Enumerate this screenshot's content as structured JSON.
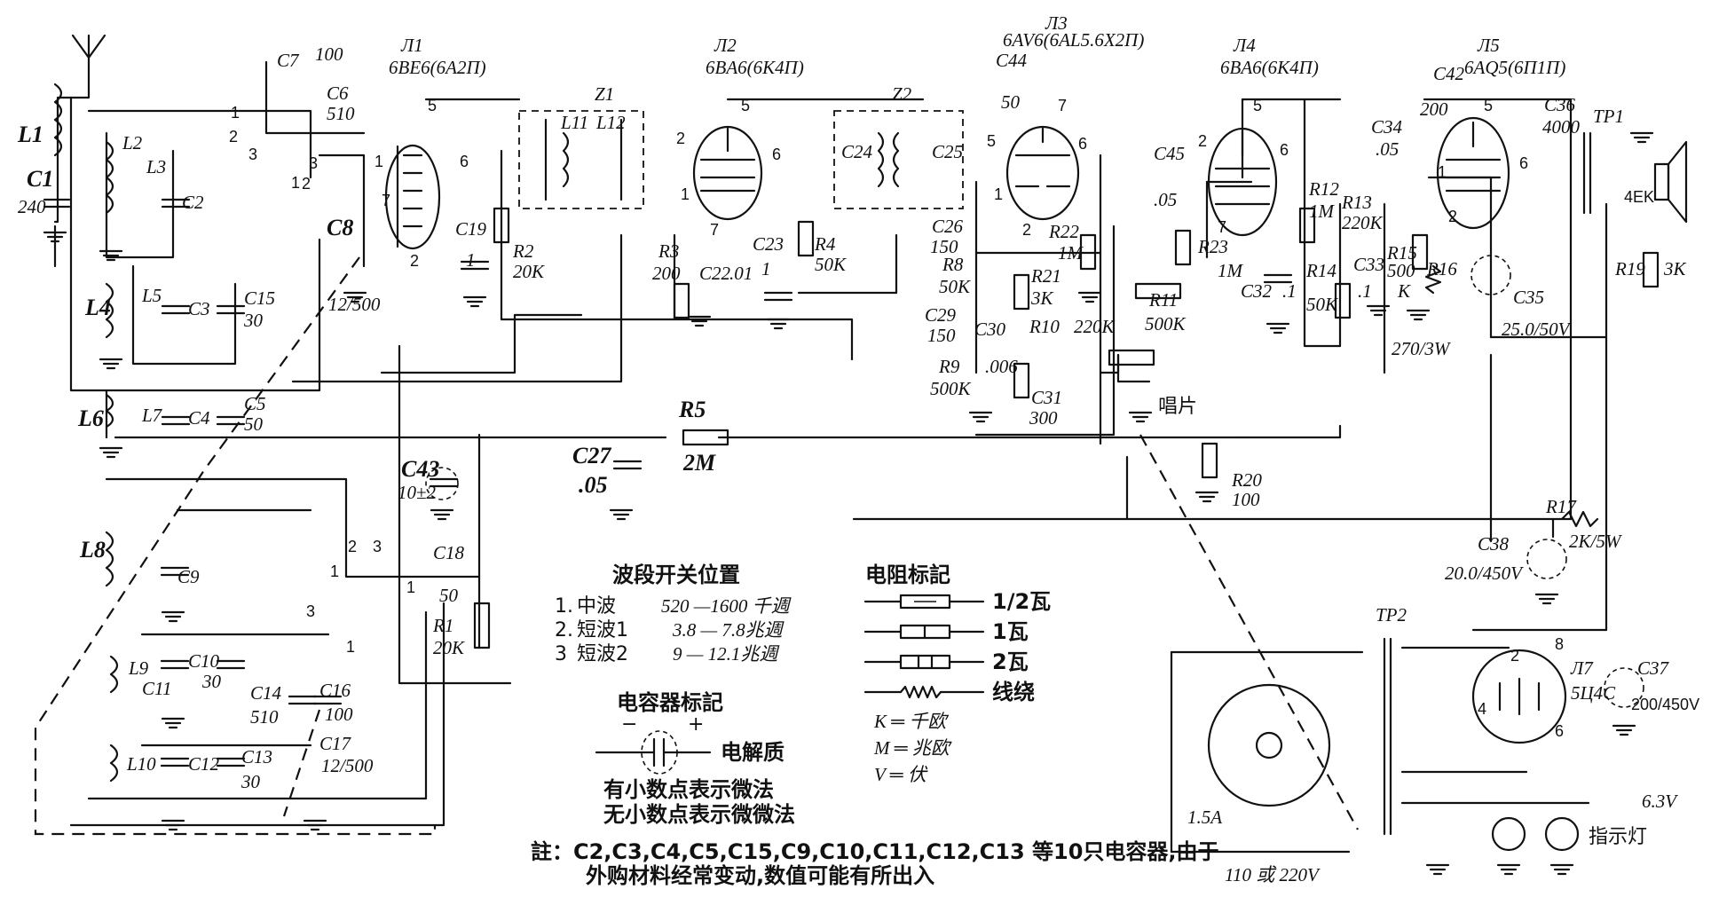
{
  "tubes": [
    {
      "id": "L1",
      "label": "Л1",
      "type": "6BE6(6A2П)",
      "pins": [
        "5",
        "6",
        "1",
        "7",
        "2"
      ]
    },
    {
      "id": "L2",
      "label": "Л2",
      "type": "6BA6(6K4П)",
      "pins": [
        "5",
        "6",
        "2",
        "1",
        "7"
      ]
    },
    {
      "id": "L3",
      "label": "Л3",
      "type": "6AV6(6AL5.6X2П)",
      "pins": [
        "7",
        "5",
        "6",
        "1",
        "2"
      ]
    },
    {
      "id": "L4",
      "label": "Л4",
      "type": "6BA6(6K4П)",
      "pins": [
        "5",
        "6",
        "2",
        "7"
      ]
    },
    {
      "id": "L5",
      "label": "Л5",
      "type": "6AQ5(6П1П)",
      "pins": [
        "5",
        "1",
        "6",
        "2"
      ]
    },
    {
      "id": "L7",
      "label": "Л7",
      "type": "5Ц4С",
      "pins": [
        "2",
        "8",
        "4",
        "6"
      ]
    }
  ],
  "filters": [
    {
      "label": "Z1",
      "coils": [
        "L11",
        "L12"
      ]
    },
    {
      "label": "Z2",
      "coils": [
        "C24",
        "C25"
      ]
    }
  ],
  "components": {
    "L1": "L1",
    "C1": "C1",
    "C1v": "240",
    "L2": "L2",
    "L3": "L3",
    "C2": "C2",
    "L4": "L4",
    "L5": "L5",
    "C3": "C3",
    "C15": "C15",
    "C15v": "30",
    "L6": "L6",
    "L7": "L7",
    "C4": "C4",
    "C5": "C5",
    "C5v": "50",
    "C7": "C7",
    "C7v": "100",
    "C6": "C6",
    "C6v": "510",
    "C8": "C8",
    "C8v": "12/500",
    "C19": "C19",
    "C19v": "1",
    "R2": "R2",
    "R2v": "20K",
    "R3": "R3",
    "R3v": "200",
    "C22": "C22",
    "C22v": ".01",
    "C23": "C23",
    "C23v": "1",
    "R4": "R4",
    "R4v": "50K",
    "C44": "C44",
    "C44v": "50",
    "C26": "C26",
    "C26v": "150",
    "R8": "R8",
    "R8v": "50K",
    "C29": "C29",
    "C29v": "150",
    "C30": "C30",
    "C30v": ".006",
    "R10": "R10",
    "R10v": "220K",
    "R9": "R9",
    "R9v": "500K",
    "C31": "C31",
    "C31v": "300",
    "R21": "R21",
    "R21v": "3K",
    "R22": "R22",
    "R22v": "1M",
    "C45": "C45",
    "C45v": ".05",
    "R11": "R11",
    "R11v": "500K",
    "R23": "R23",
    "R23v": "1M",
    "C32": "C32",
    "C32v": ".1",
    "R12": "R12",
    "R12v": "1M",
    "R13": "R13",
    "R13v": "220K",
    "R14": "R14",
    "R14v": "50K",
    "C34": "C34",
    "C34v": ".05",
    "C33": "C33",
    "C33v": ".1",
    "R15": "R15",
    "R15v": "500",
    "R15u": "K",
    "R16": "R16",
    "R16v": "270/3W",
    "C35": "C35",
    "C35v": "25.0/50V",
    "C42": "C42",
    "C42v": "200",
    "C36": "C36",
    "C36v": "4000",
    "TP1": "TP1",
    "SPK": "4EK",
    "R19": "R19",
    "R19v": "3K",
    "R5": "R5",
    "R5v": "2M",
    "C27": "C27",
    "C27v": ".05",
    "C43": "C43",
    "C43v": "10±2",
    "C18": "C18",
    "C18v": "50",
    "R1": "R1",
    "R1v": "20K",
    "R20": "R20",
    "R20v": "100",
    "R17": "R17",
    "R17v": "2K/5W",
    "C38": "C38",
    "C38v": "20.0/450V",
    "L8": "L8",
    "C9": "C9",
    "L9": "L9",
    "C11": "C11",
    "C10": "C10",
    "C10v": "30",
    "L10": "L10",
    "C12": "C12",
    "C13": "C13",
    "C13v": "30",
    "C14": "C14",
    "C14v": "510",
    "C16": "C16",
    "C16v": "100",
    "C17": "C17",
    "C17v": "12/500",
    "TP2": "TP2",
    "C37": "C37",
    "C37v": "200/450V",
    "fuse": "1.5A",
    "mains": "110 或 220V",
    "heater": "6.3V",
    "pilot": "指示灯",
    "phono": "唱片"
  },
  "legend": {
    "band_title": "波段开关位置",
    "bands": [
      {
        "n": "1.",
        "name": "中波",
        "range": "520 —1600 千週"
      },
      {
        "n": "2.",
        "name": "短波1",
        "range": "3.8 — 7.8兆週"
      },
      {
        "n": "3",
        "name": "短波2",
        "range": "9 — 12.1兆週"
      }
    ],
    "resistor_title": "电阻标記",
    "resistors": [
      "1/2瓦",
      "1瓦",
      "2瓦",
      "线绕"
    ],
    "units": [
      "K ═ 千欧",
      "M ═ 兆欧",
      "V ═ 伏"
    ],
    "cap_title": "电容器标記",
    "electrolytic": "电解质",
    "pol_minus": "−",
    "pol_plus": "+",
    "decimal_note": [
      "有小数点表示微法",
      "无小数点表示微微法"
    ],
    "footnote": [
      "註：C2,C3,C4,C5,C15,C9,C10,C11,C12,C13 等10只电容器,由于",
      "外购材料经常变动,数值可能有所出入"
    ]
  },
  "switch_positions": [
    "1",
    "2",
    "3"
  ]
}
